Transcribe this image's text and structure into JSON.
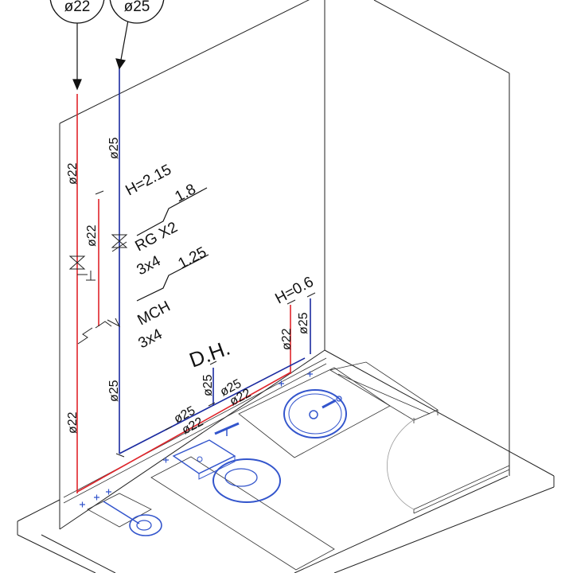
{
  "colors": {
    "hot_pipe": "#e0242a",
    "cold_pipe": "#1a2aa0",
    "fixture": "#3355cc",
    "lines": "#222222"
  },
  "tags": {
    "hot": "ø22",
    "cold": "ø25"
  },
  "pipe_labels": {
    "hot_main_upper": "ø22",
    "hot_riser": "ø22",
    "hot_main_lower": "ø22",
    "hot_horizontal": "ø22",
    "hot_horizontal_2": "ø22",
    "hot_sink": "ø22",
    "cold_main_upper": "ø25",
    "cold_main_lower": "ø25",
    "cold_horizontal": "ø25",
    "cold_horizontal_2": "ø25",
    "cold_branch": "ø25",
    "cold_sink": "ø25"
  },
  "heights": {
    "main": "H=2.15",
    "sink": "H=0.6"
  },
  "equipment": [
    {
      "label": "RG X2",
      "size": "3x4",
      "height": "1.8"
    },
    {
      "label": "MCH",
      "size": "3x4",
      "height": "1.25"
    }
  ],
  "room_label": "D.H."
}
